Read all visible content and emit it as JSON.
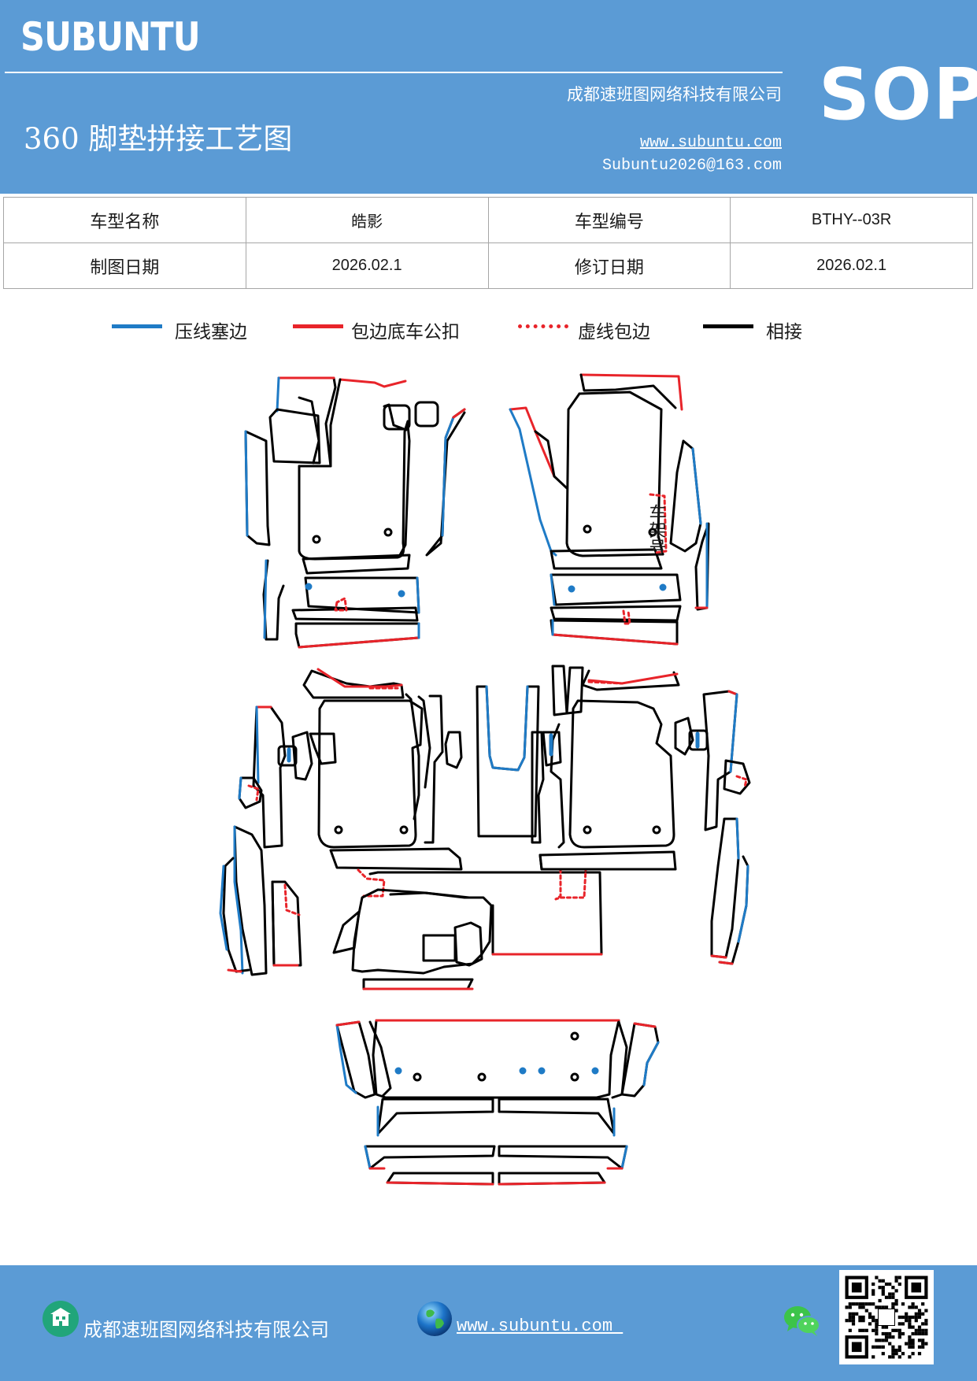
{
  "header": {
    "brand": "SUBUNTU",
    "title": "360 脚垫拼接工艺图",
    "company": "成都速班图网络科技有限公司",
    "website": "www.subuntu.com",
    "email": "Subuntu2026@163.com",
    "badge": "SOP"
  },
  "info_table": {
    "rows": [
      [
        "车型名称",
        "皓影",
        "车型编号",
        "BTHY--03R"
      ],
      [
        "制图日期",
        "2026.02.1",
        "修订日期",
        "2026.02.1"
      ]
    ]
  },
  "legend": [
    {
      "label": "压线塞边",
      "color": "#1f7bc6",
      "style": "solid"
    },
    {
      "label": "包边底车公扣",
      "color": "#e8242a",
      "style": "solid"
    },
    {
      "label": "虚线包边",
      "color": "#e8242a",
      "style": "dotted"
    },
    {
      "label": "相接",
      "color": "#000000",
      "style": "solid"
    }
  ],
  "drawing": {
    "annotation": "车架号"
  },
  "footer": {
    "company": "成都速班图网络科技有限公司",
    "website": "www.subuntu.com "
  },
  "colors": {
    "header_blue": "#5b9bd5",
    "line_blue": "#1f7bc6",
    "line_red": "#e8242a",
    "line_black": "#000000"
  },
  "icons": [
    "company-icon",
    "globe-icon",
    "wechat-icon",
    "qr-code"
  ]
}
